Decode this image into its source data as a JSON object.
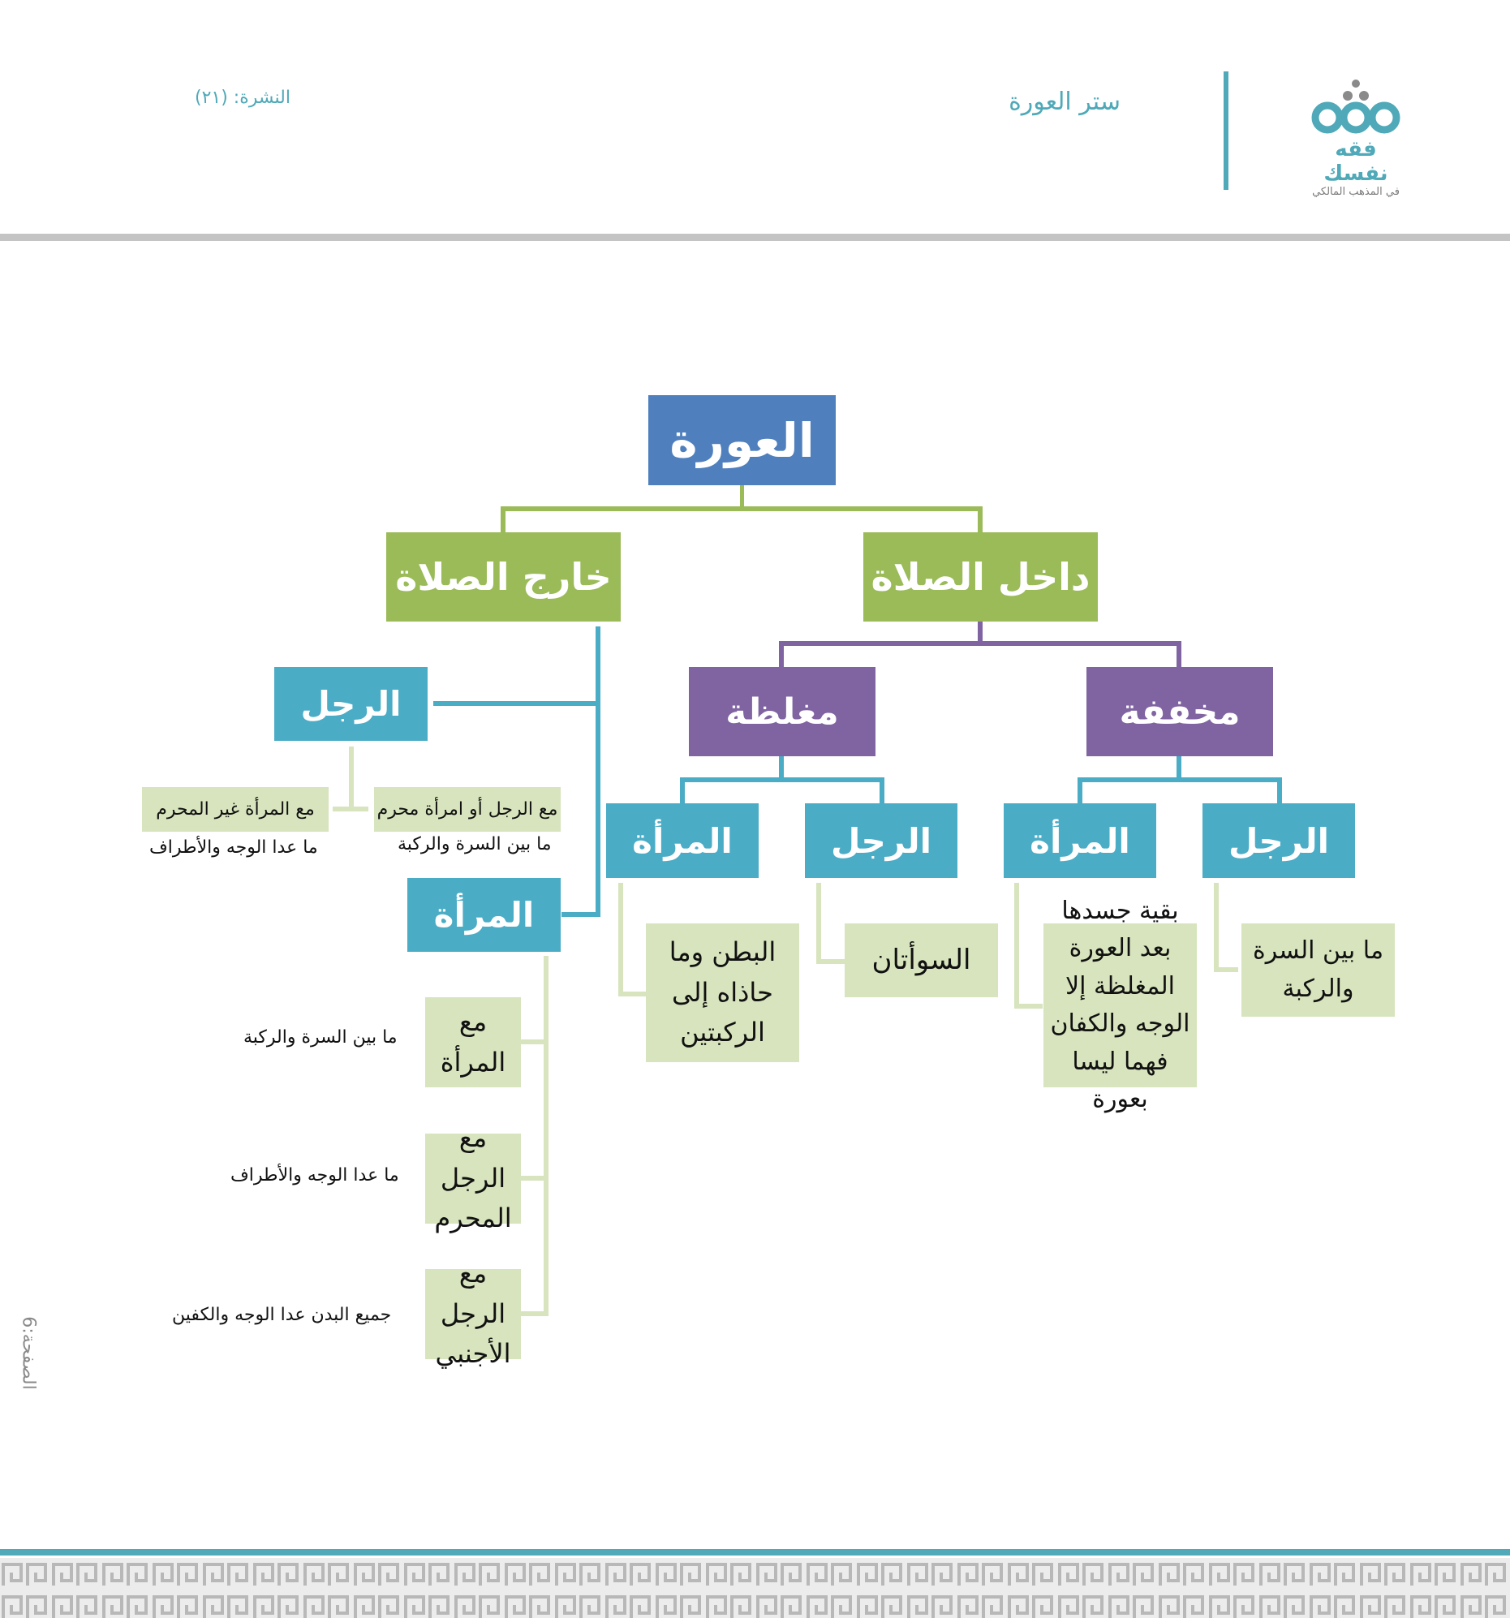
{
  "header": {
    "logo": {
      "name": "فقه نفسك",
      "subtitle": "في المذهب المالكي"
    },
    "topic": "ستر العورة",
    "issue": "النشرة: (٢١)"
  },
  "diagram": {
    "root": "العورة",
    "inside_prayer": {
      "label": "داخل الصلاة",
      "light": {
        "label": "مخففة",
        "man": {
          "label": "الرجل",
          "value": "ما بين السرة والركبة"
        },
        "woman": {
          "label": "المرأة",
          "value": "بقية جسدها بعد العورة المغلظة إلا الوجه والكفان فهما ليسا بعورة"
        }
      },
      "heavy": {
        "label": "مغلظة",
        "man": {
          "label": "الرجل",
          "value": "السوأتان"
        },
        "woman": {
          "label": "المرأة",
          "value": "البطن وما حاذاه إلى الركبتين"
        }
      }
    },
    "outside_prayer": {
      "label": "خارج الصلاة",
      "man": {
        "label": "الرجل",
        "with_man": {
          "label": "مع الرجل أو امرأة محرم",
          "value": "ما بين السرة والركبة"
        },
        "with_woman": {
          "label": "مع المرأة غير المحرم",
          "value": "ما عدا الوجه والأطراف"
        }
      },
      "woman": {
        "label": "المرأة",
        "with_woman": {
          "label": "مع المرأة",
          "value": "ما بين السرة والركبة"
        },
        "with_mahram": {
          "label": "مع الرجل المحرم",
          "value": "ما عدا الوجه والأطراف"
        },
        "with_stranger": {
          "label": "مع الرجل الأجنبي",
          "value": "جميع البدن عدا الوجه والكفين"
        }
      }
    }
  },
  "footer": {
    "page": "الصفحة:6"
  },
  "colors": {
    "root": "#4f80bd",
    "level1": "#9bbb59",
    "level2": "#8064a2",
    "level3": "#4bacc6",
    "leaf": "#d7e4bd",
    "accent": "#4fa9b8"
  }
}
